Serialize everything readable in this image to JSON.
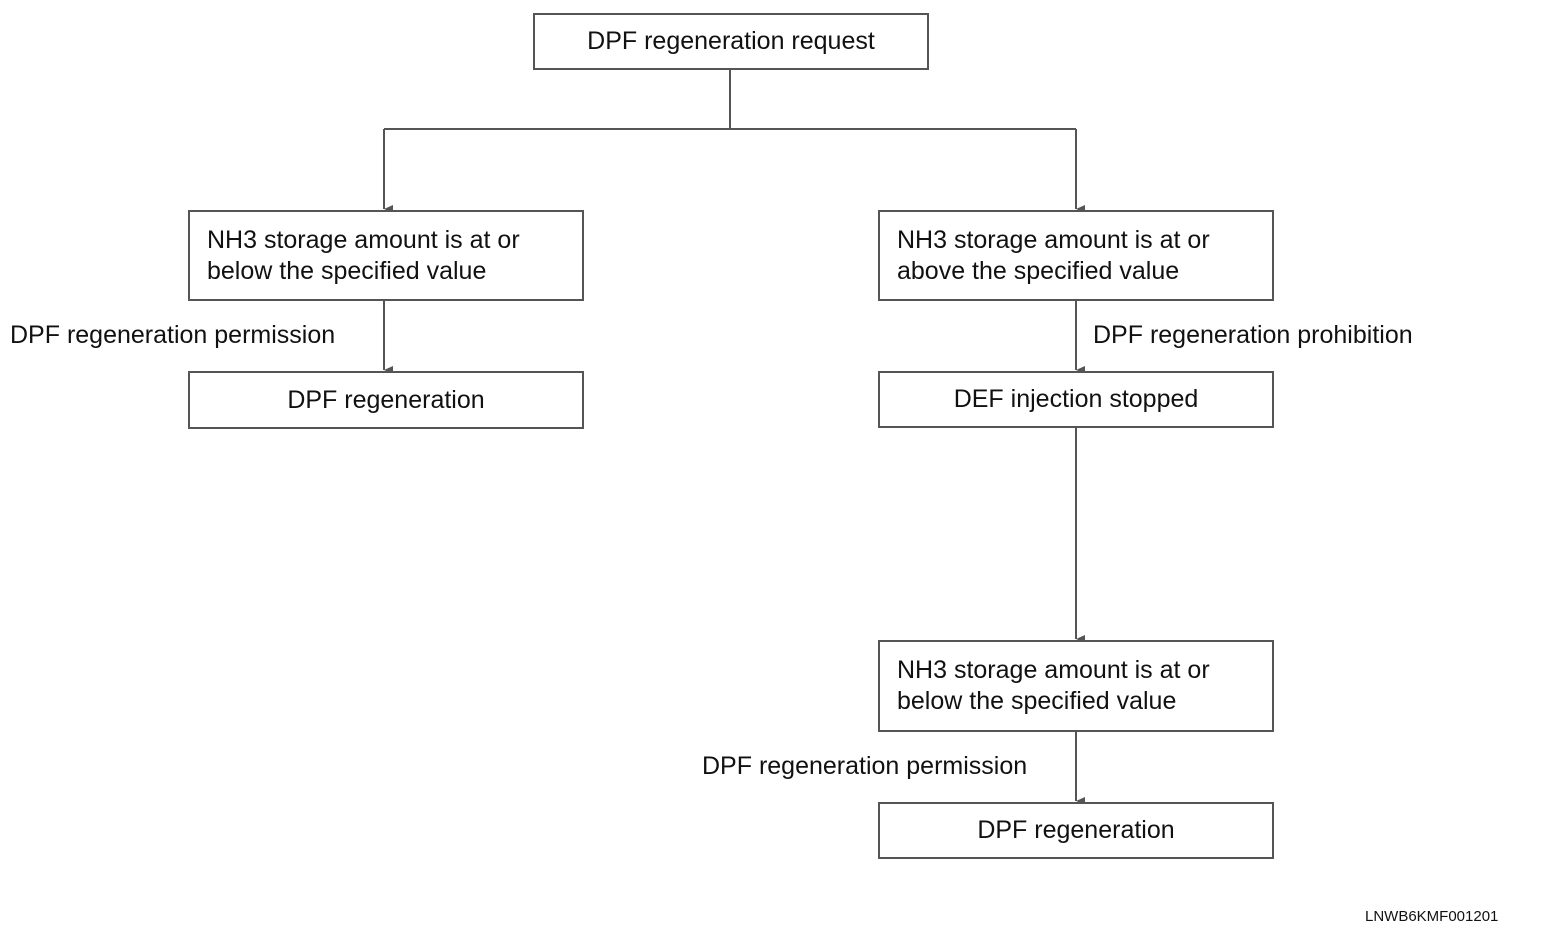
{
  "nodes": {
    "request": "DPF regeneration request",
    "left_condition": "NH3 storage amount is at or\nbelow the specified value",
    "left_result": "DPF regeneration",
    "right_condition": "NH3 storage amount is at or\nabove the specified value",
    "right_stop": "DEF injection stopped",
    "right_condition_2": "NH3 storage amount is at or\nbelow the specified value",
    "right_result": "DPF regeneration"
  },
  "edge_labels": {
    "left_permission": "DPF regeneration permission",
    "right_prohibition": "DPF regeneration prohibition",
    "right_permission": "DPF regeneration permission"
  },
  "figure_id": "LNWB6KMF001201",
  "colors": {
    "line": "#555555",
    "text": "#111111",
    "background": "#ffffff"
  }
}
